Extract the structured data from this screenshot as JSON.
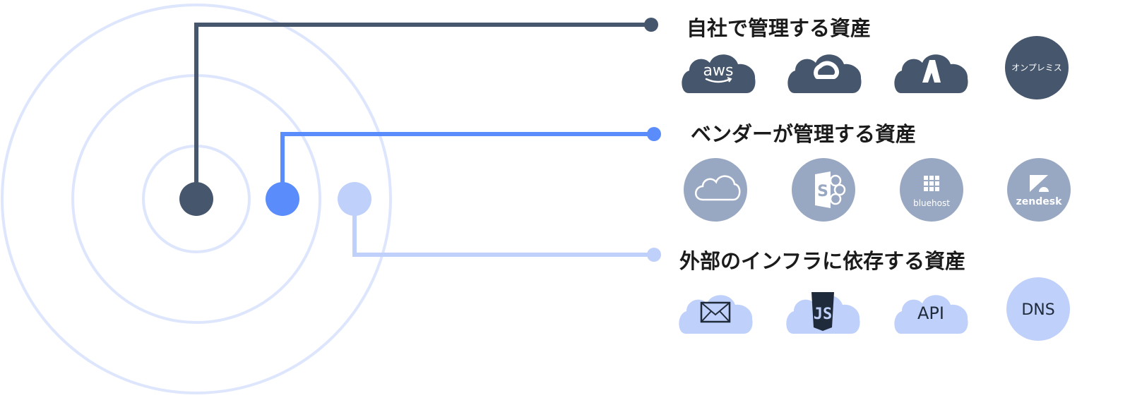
{
  "colors": {
    "ring": "#dde6fd",
    "self_managed": "#46566d",
    "vendor_managed": "#5b8cfb",
    "external_infra": "#bfd0fb",
    "vendor_icon_fill": "#99a8c2"
  },
  "categories": [
    {
      "title": "自社で管理する資産",
      "icons": [
        {
          "name": "aws-cloud-icon",
          "label": "aws"
        },
        {
          "name": "google-cloud-icon",
          "label": ""
        },
        {
          "name": "azure-cloud-icon",
          "label": ""
        },
        {
          "name": "on-premises-icon",
          "label": "オンプレミス"
        }
      ]
    },
    {
      "title": "ベンダーが管理する資産",
      "icons": [
        {
          "name": "cloud-icon",
          "label": ""
        },
        {
          "name": "sharepoint-icon",
          "label": ""
        },
        {
          "name": "bluehost-icon",
          "label": "bluehost"
        },
        {
          "name": "zendesk-icon",
          "label": "zendesk"
        }
      ]
    },
    {
      "title": "外部のインフラに依存する資産",
      "icons": [
        {
          "name": "mail-cloud-icon",
          "label": ""
        },
        {
          "name": "javascript-cloud-icon",
          "label": "JS"
        },
        {
          "name": "api-cloud-icon",
          "label": "API"
        },
        {
          "name": "dns-icon",
          "label": "DNS"
        }
      ]
    }
  ]
}
